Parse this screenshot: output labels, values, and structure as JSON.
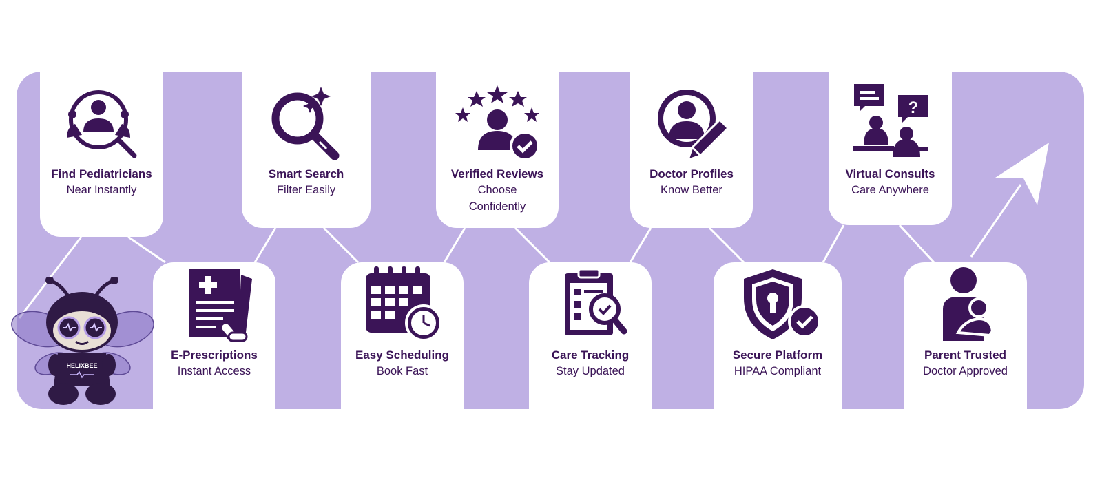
{
  "colors": {
    "band": "#bfb0e4",
    "card": "#ffffff",
    "ink": "#3b1457",
    "connector": "#ffffff"
  },
  "steps": [
    {
      "title": "Find Pediatricians",
      "subtitle": "Near Instantly",
      "icon": "doctor-search-icon"
    },
    {
      "title": "E-Prescriptions",
      "subtitle": "Instant Access",
      "icon": "prescription-icon"
    },
    {
      "title": "Smart Search",
      "subtitle": "Filter Easily",
      "icon": "sparkle-magnifier-icon"
    },
    {
      "title": "Easy Scheduling",
      "subtitle": "Book Fast",
      "icon": "calendar-clock-icon"
    },
    {
      "title": "Verified Reviews",
      "subtitle": "Choose Confidently",
      "icon": "star-review-icon"
    },
    {
      "title": "Care Tracking",
      "subtitle": "Stay Updated",
      "icon": "clipboard-check-icon"
    },
    {
      "title": "Doctor Profiles",
      "subtitle": "Know Better",
      "icon": "profile-edit-icon"
    },
    {
      "title": "Secure Platform",
      "subtitle": "HIPAA Compliant",
      "icon": "shield-lock-icon"
    },
    {
      "title": "Virtual Consults",
      "subtitle": "Care Anywhere",
      "icon": "chat-consult-icon"
    },
    {
      "title": "Parent Trusted",
      "subtitle": "Doctor Approved",
      "icon": "parent-child-icon"
    }
  ],
  "mascot": {
    "label": "HELIXBEE"
  }
}
